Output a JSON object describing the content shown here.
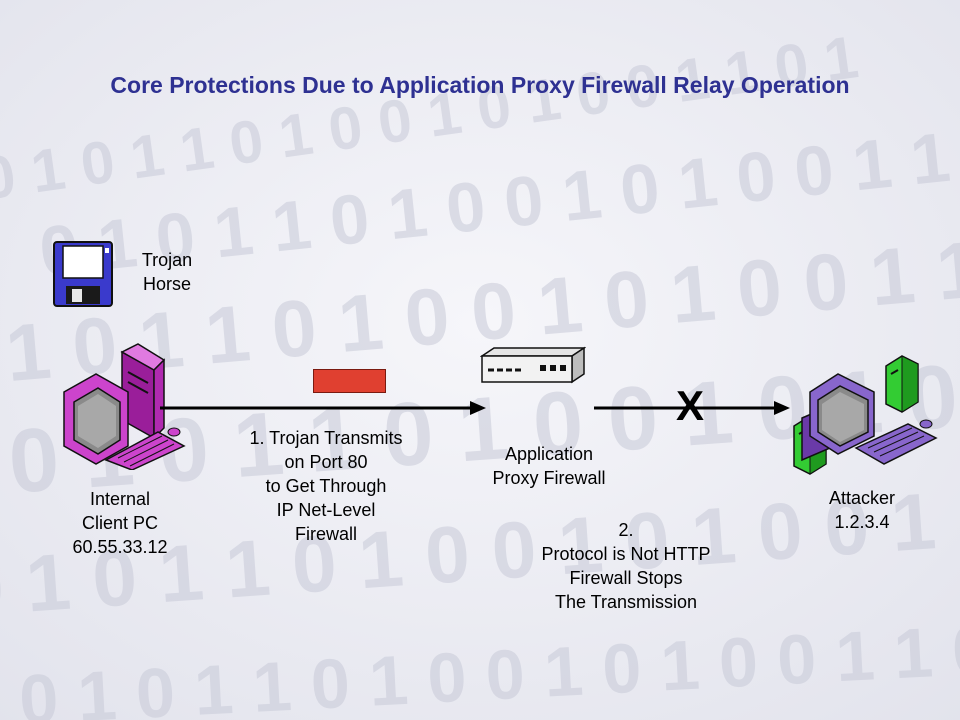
{
  "title": "Core Protections Due to Application Proxy Firewall Relay Operation",
  "trojan": {
    "line1": "Trojan",
    "line2": "Horse"
  },
  "client": {
    "line1": "Internal",
    "line2": "Client PC",
    "line3": "60.55.33.12"
  },
  "firewall": {
    "line1": "Application",
    "line2": "Proxy Firewall"
  },
  "attacker": {
    "line1": "Attacker",
    "line2": "1.2.3.4"
  },
  "step1": {
    "line1": "1. Trojan Transmits",
    "line2": "on Port 80",
    "line3": "to Get Through",
    "line4": "IP Net-Level",
    "line5": "Firewall"
  },
  "step2": {
    "line1": "2.",
    "line2": "Protocol is Not HTTP",
    "line3": "Firewall Stops",
    "line4": "The Transmission"
  },
  "block_mark": "X",
  "background_digits": "0 1 0 1 1 0 1 0 0 1 0 1 0 0 1 1 0 1",
  "colors": {
    "title": "#2e3192",
    "client_pc": "#cc44cc",
    "attacker_pc": "#8866cc",
    "attacker_tower": "#33cc33",
    "packet": "#e04030"
  }
}
